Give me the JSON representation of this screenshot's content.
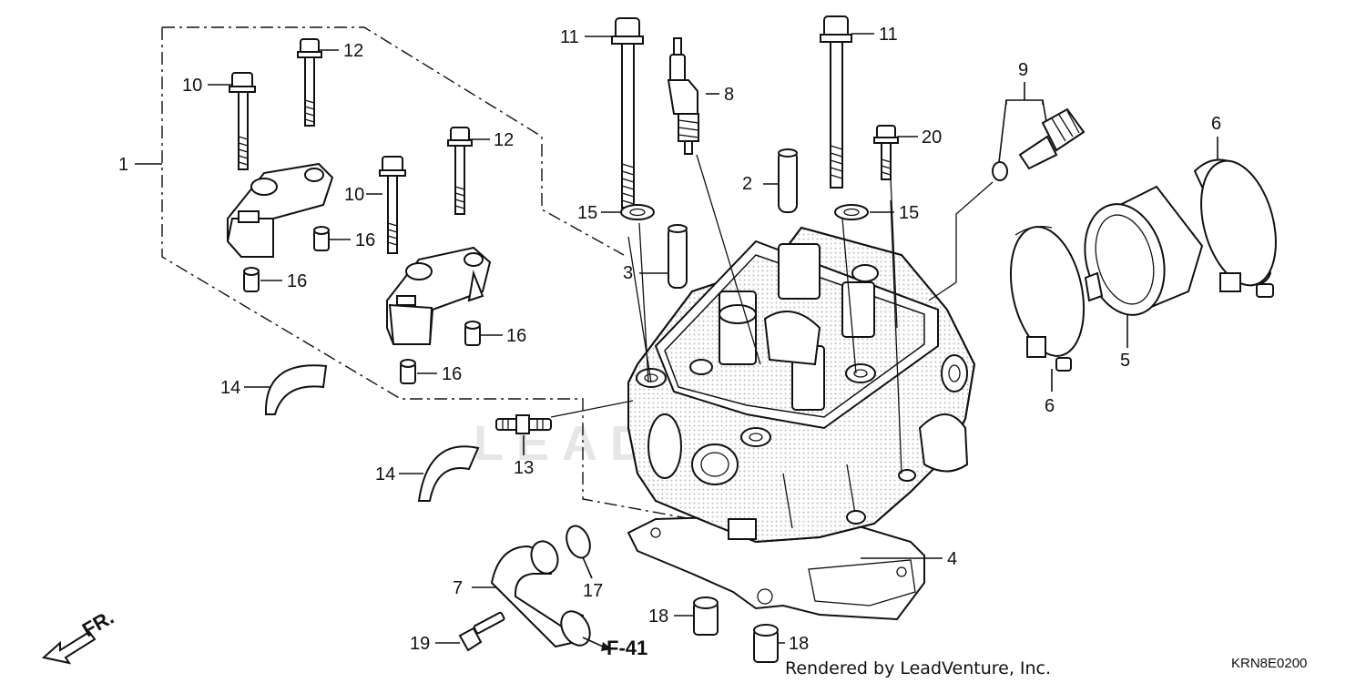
{
  "watermark": "LEADVENTURE",
  "labels": {
    "p1": "1",
    "p2": "2",
    "p3": "3",
    "p4": "4",
    "p5": "5",
    "p6a": "6",
    "p6b": "6",
    "p7": "7",
    "p8": "8",
    "p9": "9",
    "p10a": "10",
    "p10b": "10",
    "p11a": "11",
    "p11b": "11",
    "p12a": "12",
    "p12b": "12",
    "p13": "13",
    "p14a": "14",
    "p14b": "14",
    "p15a": "15",
    "p15b": "15",
    "p16a": "16",
    "p16b": "16",
    "p16c": "16",
    "p16d": "16",
    "p17": "17",
    "p18a": "18",
    "p18b": "18",
    "p19": "19",
    "p20": "20"
  },
  "reference": "F-41",
  "front_marker": "FR.",
  "credit": "Rendered by LeadVenture, Inc.",
  "diagram_code": "KRN8E0200"
}
